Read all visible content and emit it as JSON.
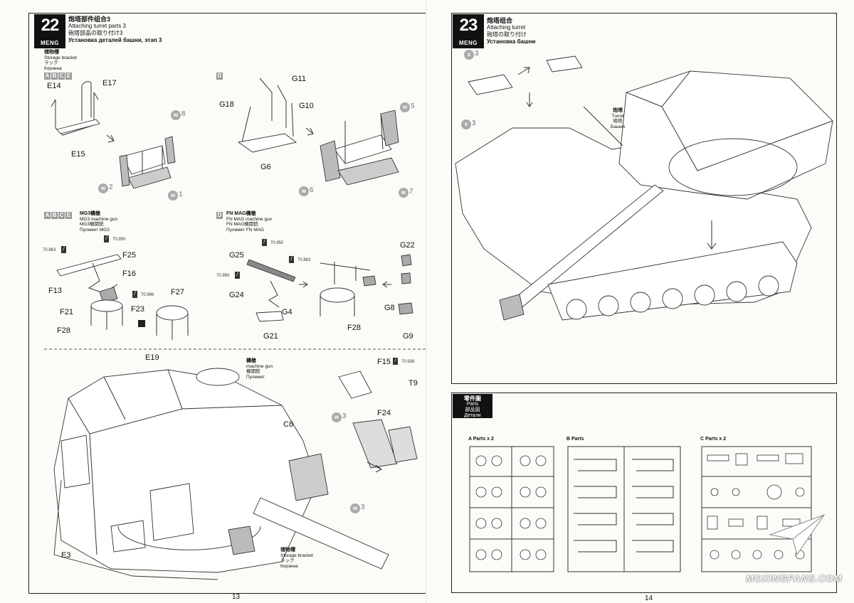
{
  "left_page": {
    "step": {
      "number": "22",
      "brand": "MENG"
    },
    "title": {
      "zh": "炮塔部件组合3",
      "en": "Attaching turret parts 3",
      "ja": "砲塔部品の取り付け3",
      "ru": "Установка деталей башни, этап 3"
    },
    "storage_bracket_header": {
      "zh": "储物槽",
      "en": "Storage bracket",
      "ja": "ラック",
      "ru": "Корзина"
    },
    "variants_abce": [
      "A",
      "B",
      "C",
      "E"
    ],
    "variant_d": "D",
    "bracket_abce_labels": [
      "E14",
      "E17",
      "E15"
    ],
    "bracket_abce_markers": [
      "8",
      "2",
      "1"
    ],
    "bracket_d_labels": [
      "G11",
      "G18",
      "G10",
      "G6"
    ],
    "bracket_d_markers": [
      "5",
      "6",
      "7"
    ],
    "mg3_header": {
      "zh": "MG3機槍",
      "en": "MG3 machine gun",
      "ja": "MG3機関銃",
      "ru": "Пулемет MG3"
    },
    "mg3_labels": [
      "F25",
      "F16",
      "F13",
      "F23",
      "F21",
      "F28",
      "F27"
    ],
    "mg3_glue_values": [
      "70.950",
      "70.863",
      "70.996"
    ],
    "fnmag_header": {
      "zh": "FN MAG機槍",
      "en": "FN MAG machine gun",
      "ja": "FN MAG機関銃",
      "ru": "Пулемет FN MAG"
    },
    "fnmag_labels": [
      "G25",
      "G24",
      "G4",
      "G21",
      "F28",
      "G22",
      "G8",
      "G9"
    ],
    "fnmag_glue_values": [
      "70.950",
      "70.863",
      "70.950"
    ],
    "turret_labels": [
      "E19",
      "C8",
      "E3",
      "F15",
      "T9",
      "F24"
    ],
    "turret_glue_value": "70.938",
    "turret_markers": [
      "3",
      "3"
    ],
    "machine_gun_callout": {
      "zh": "機槍",
      "en": "machine gun",
      "ja": "機関銃",
      "ru": "Пулемет"
    },
    "storage_bracket_callout": {
      "zh": "储物槽",
      "en": "Storage bracket",
      "ja": "ラック",
      "ru": "Корзина"
    },
    "page_number": "13"
  },
  "right_page": {
    "step": {
      "number": "23",
      "brand": "MENG"
    },
    "title": {
      "zh": "炮塔组合",
      "en": "Attaching turret",
      "ja": "砲塔の取り付け",
      "ru": "Установка башни"
    },
    "quantity_markers": [
      "3",
      "3"
    ],
    "turret_callout": {
      "zh": "炮塔",
      "en": "Turret",
      "ja": "砲塔",
      "ru": "Башня"
    },
    "parts_header": {
      "zh": "零件圖",
      "en": "Parts",
      "ja": "部品図",
      "ru": "Детали"
    },
    "sprues": [
      {
        "label": "A Parts",
        "count": "x 2"
      },
      {
        "label": "B Parts",
        "count": ""
      },
      {
        "label": "C Parts",
        "count": "x 2"
      }
    ],
    "page_number": "14",
    "watermark": "MOXINGFANS.COM"
  }
}
